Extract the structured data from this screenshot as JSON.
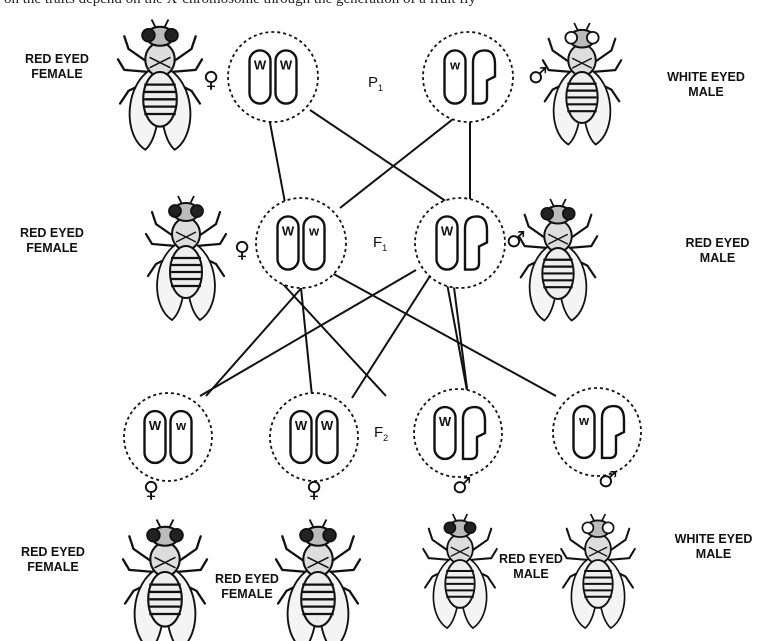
{
  "labels": {
    "p_female": [
      "RED EYED",
      "FEMALE"
    ],
    "p_male": [
      "WHITE EYED",
      "MALE"
    ],
    "f1_female": [
      "RED EYED",
      "FEMALE"
    ],
    "f1_male": [
      "RED EYED",
      "MALE"
    ],
    "f2_1": [
      "RED EYED",
      "FEMALE"
    ],
    "f2_2": [
      "RED EYED",
      "FEMALE"
    ],
    "f2_3": [
      "RED EYED",
      "MALE"
    ],
    "f2_4": [
      "WHITE EYED",
      "MALE"
    ]
  },
  "generations": {
    "p1": "P",
    "f1": "F",
    "f2": "F",
    "sub": "1",
    "sub2": "2"
  },
  "symbols": {
    "female": "♀",
    "male": "♂"
  },
  "alleles": {
    "red": "W",
    "white": "w"
  },
  "top_text": "on the traits depend on the X-chromosome through the generation of a fruit fly"
}
